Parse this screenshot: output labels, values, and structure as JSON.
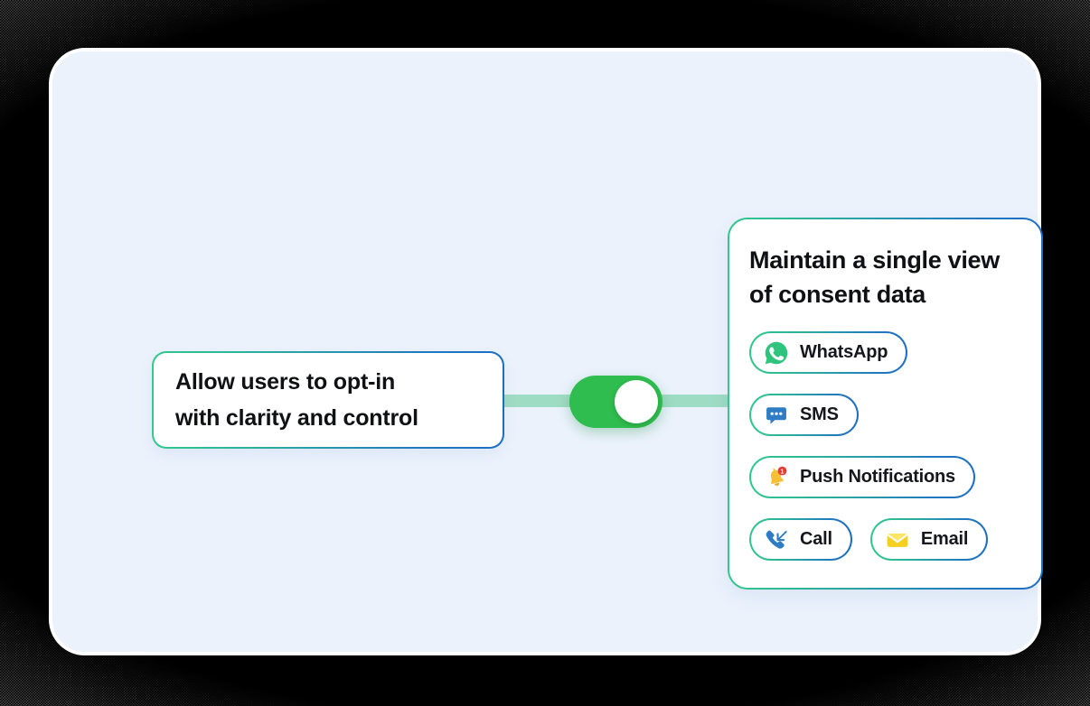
{
  "panel": {
    "background_color": "#ebf2fc",
    "border_color": "#ffffff"
  },
  "left_card": {
    "title_line1": "Allow users to opt-in",
    "title_line2": "with clarity and control",
    "border_gradient_from": "#31c98c",
    "border_gradient_to": "#1d6ec2"
  },
  "toggle": {
    "state": "on",
    "track_color": "#2ebd4e",
    "knob_color": "#ffffff"
  },
  "connector": {
    "color": "#9fdcc4"
  },
  "right_card": {
    "title_line1": "Maintain a single view",
    "title_line2": "of consent data",
    "border_gradient_from": "#31c98c",
    "border_gradient_to": "#1d6ec2",
    "chips": [
      {
        "label": "WhatsApp",
        "icon": "whatsapp-icon",
        "icon_color": "#2fc47e"
      },
      {
        "label": "SMS",
        "icon": "sms-bubble-icon",
        "icon_color": "#2e7cc4"
      },
      {
        "label": "Push Notifications",
        "icon": "bell-notification-icon",
        "icon_color": "#f5c033",
        "badge": "1",
        "badge_color": "#e83b36"
      },
      {
        "label": "Call",
        "icon": "incoming-call-icon",
        "icon_color": "#2e7cc4"
      },
      {
        "label": "Email",
        "icon": "envelope-icon",
        "icon_color": "#f5d020"
      }
    ]
  }
}
